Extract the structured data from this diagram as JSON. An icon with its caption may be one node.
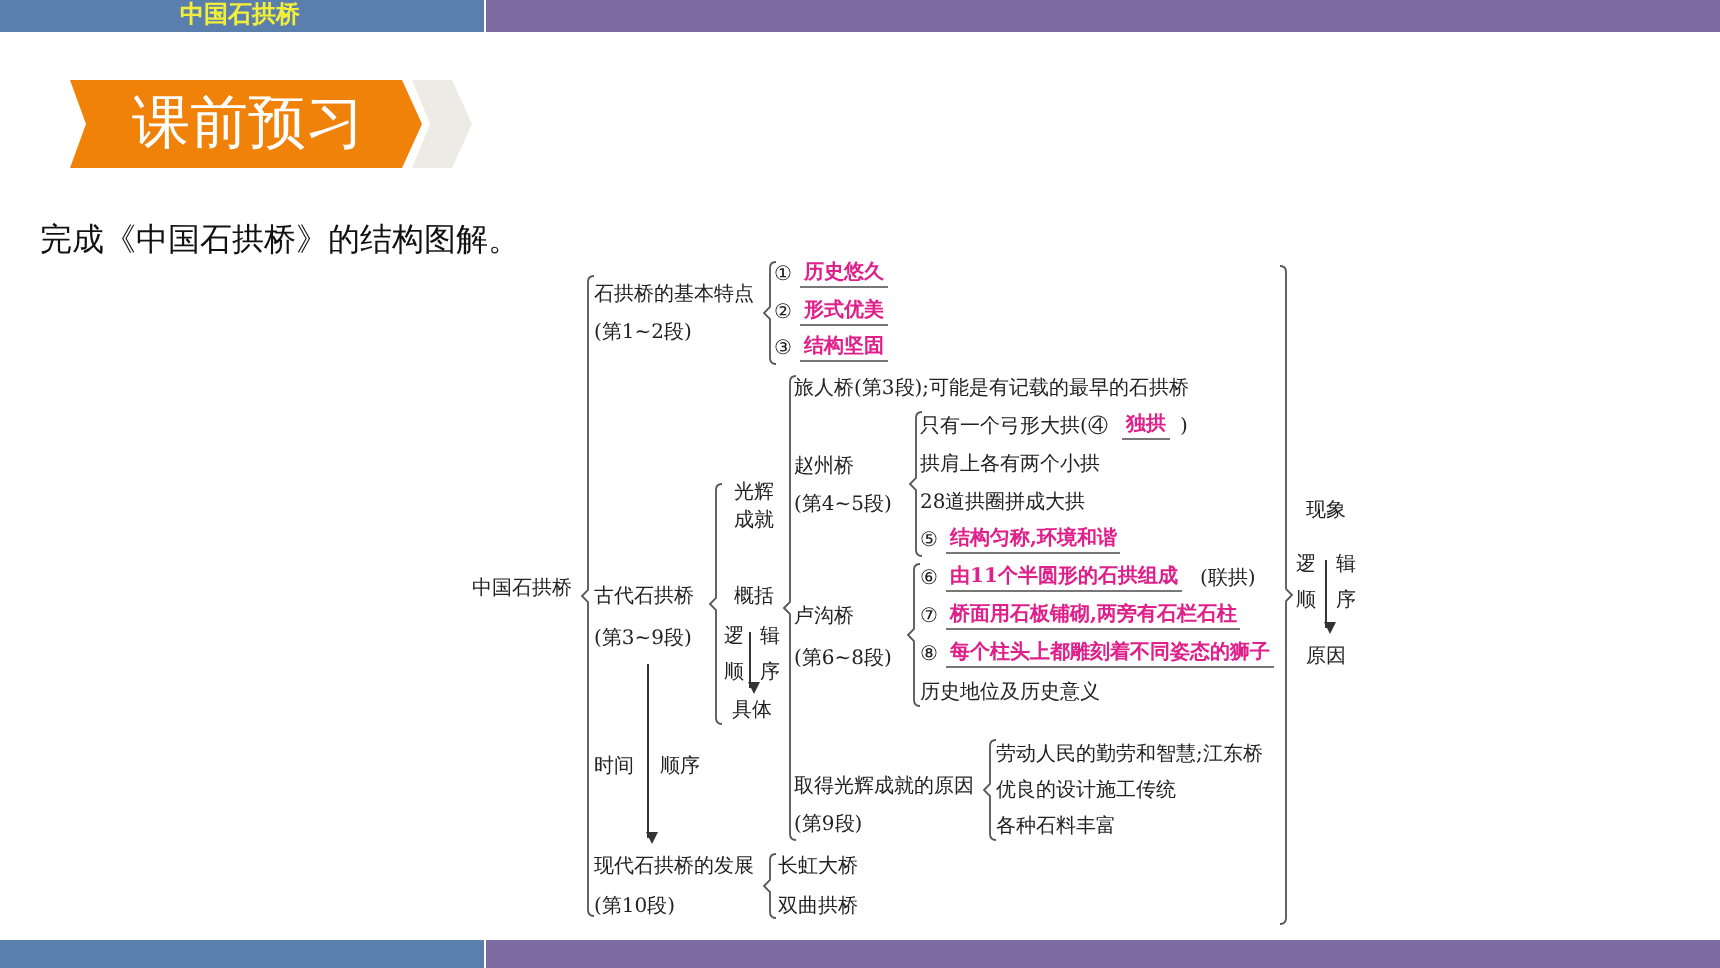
{
  "diagram": {
    "title": "课前预习",
    "labels": [
      "中国石拱桥",
      "完成《中国石拱桥》的结构图解。",
      "中国石拱桥",
      "石拱桥的基本特点",
      "(第1~2段)",
      "①",
      "历史悠久",
      "②",
      "形式优美",
      "③",
      "结构坚固",
      "旅人桥(第3段);可能是有记载的最早的石拱桥",
      "赵州桥",
      "(第4~5段)",
      "只有一个弓形大拱(④",
      "独拱",
      ")",
      "拱肩上各有两个小拱",
      "28道拱圈拼成大拱",
      "⑤",
      "结构匀称,环境和谐",
      "光辉成就",
      "古代石拱桥",
      "(第3~9段)",
      "概括",
      "逻",
      "辑",
      "顺",
      "序",
      "具体",
      "卢沟桥",
      "(第6~8段)",
      "⑥",
      "由11个半圆形的石拱组成",
      "(联拱)",
      "⑦",
      "桥面用石板铺砌,两旁有石栏石柱",
      "⑧",
      "每个柱头上都雕刻着不同姿态的狮子",
      "历史地位及历史意义",
      "时间",
      "顺序",
      "取得光辉成就的原因",
      "(第9段)",
      "劳动人民的勤劳和智慧;江东桥",
      "优良的设计施工传统",
      "各种石料丰富",
      "现代石拱桥的发展",
      "(第10段)",
      "长虹大桥",
      "双曲拱桥",
      "现象",
      "逻",
      "辑",
      "顺",
      "序",
      "原因"
    ]
  }
}
